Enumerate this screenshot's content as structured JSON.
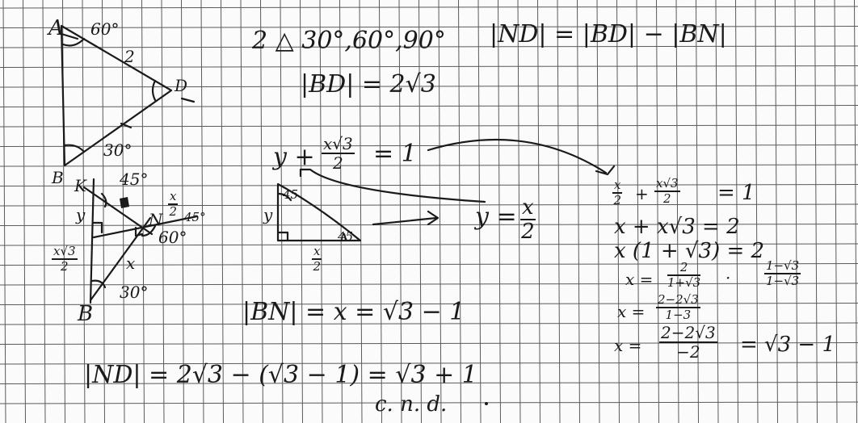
{
  "triangle_top": {
    "vertex_a": "A",
    "vertex_b": "B",
    "vertex_d": "D",
    "angle_a": "60°",
    "angle_b": "30°",
    "side_ad": "2"
  },
  "relations": {
    "triangle_type": "2 △ 30°,60°,90°",
    "bd_length": "|BD| = 2√3",
    "nd_formula": "|ND| = |BD| − |BN|"
  },
  "triangle_bottom": {
    "vertex_b_top": "B",
    "vertex_k": "K",
    "vertex_n": "N",
    "vertex_b": "B",
    "angle_45": "45°",
    "angle_45_right": "45°",
    "angle_60": "60°",
    "angle_30": "30°",
    "side_y": "y",
    "side_x": "x",
    "frac_x_num": "x",
    "frac_x_den": "2",
    "frac_xr3_num": "x√3",
    "frac_xr3_den": "2"
  },
  "small_triangle": {
    "side_y": "y",
    "angle_top": "45",
    "angle_right": "45",
    "frac_num": "x",
    "frac_den": "2"
  },
  "equations": {
    "eq_sum_y": "y +",
    "eq_sum_frac_num": "x√3",
    "eq_sum_frac_den": "2",
    "eq_sum_rhs": "= 1",
    "eq_y_lhs": "y =",
    "eq_y_num": "x",
    "eq_y_den": "2",
    "bn": "|BN| = x = √3 − 1",
    "nd": "|ND| = 2√3 − (√3 − 1) = √3 + 1",
    "cnd": "c. n. d."
  },
  "solution": {
    "s1_a_num": "x",
    "s1_a_den": "2",
    "s1_plus": "+",
    "s1_b_num": "x√3",
    "s1_b_den": "2",
    "s1_rhs": "= 1",
    "s2": "x + x√3 = 2",
    "s3": "x (1 + √3) = 2",
    "s4_lhs": "x =",
    "s4_num": "2",
    "s4_den": "1+√3",
    "s4_dot": "·",
    "s4_m_num": "1−√3",
    "s4_m_den": "1−√3",
    "s5_lhs": "x =",
    "s5_num": "2−2√3",
    "s5_den": "1−3",
    "s6_lhs": "x =",
    "s6_num": "2−2√3",
    "s6_den": "−2",
    "s6_rhs": "= √3 − 1"
  }
}
